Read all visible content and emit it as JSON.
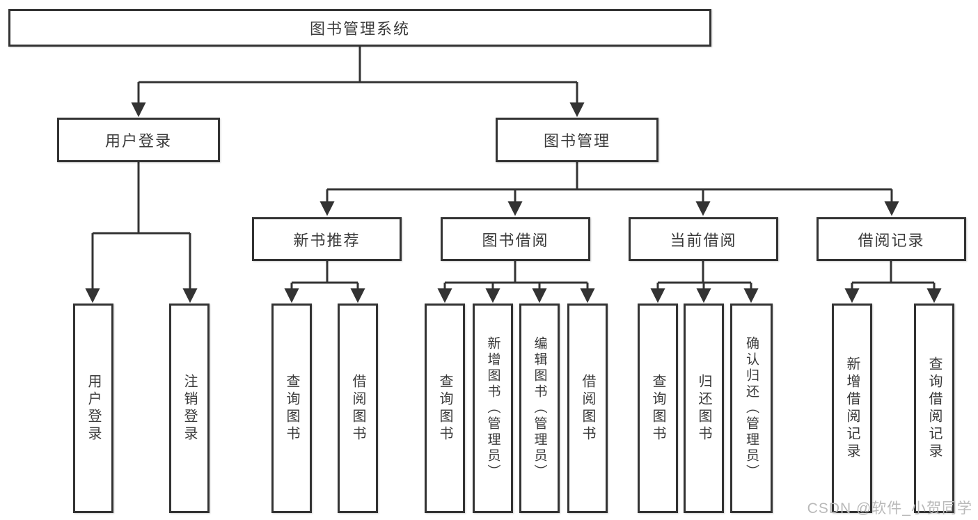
{
  "root": {
    "label": "图书管理系统"
  },
  "branches": {
    "user_login": {
      "label": "用户登录",
      "children": [
        "用户登录",
        "注销登录"
      ]
    },
    "book_mgmt": {
      "label": "图书管理",
      "groups": [
        {
          "label": "新书推荐",
          "children": [
            "查询图书",
            "借阅图书"
          ]
        },
        {
          "label": "图书借阅",
          "children": [
            "查询图书",
            "新增图书（管理员）",
            "编辑图书（管理员）",
            "借阅图书"
          ]
        },
        {
          "label": "当前借阅",
          "children": [
            "查询图书",
            "归还图书",
            "确认归还（管理员）"
          ]
        },
        {
          "label": "借阅记录",
          "children": [
            "新增借阅记录",
            "查询借阅记录"
          ]
        }
      ]
    }
  },
  "watermark": "CSDN @软件_小贺同学",
  "colors": {
    "line": "#333333",
    "text": "#3a3a3a",
    "watermark": "#b9b9b9",
    "background": "#ffffff"
  }
}
